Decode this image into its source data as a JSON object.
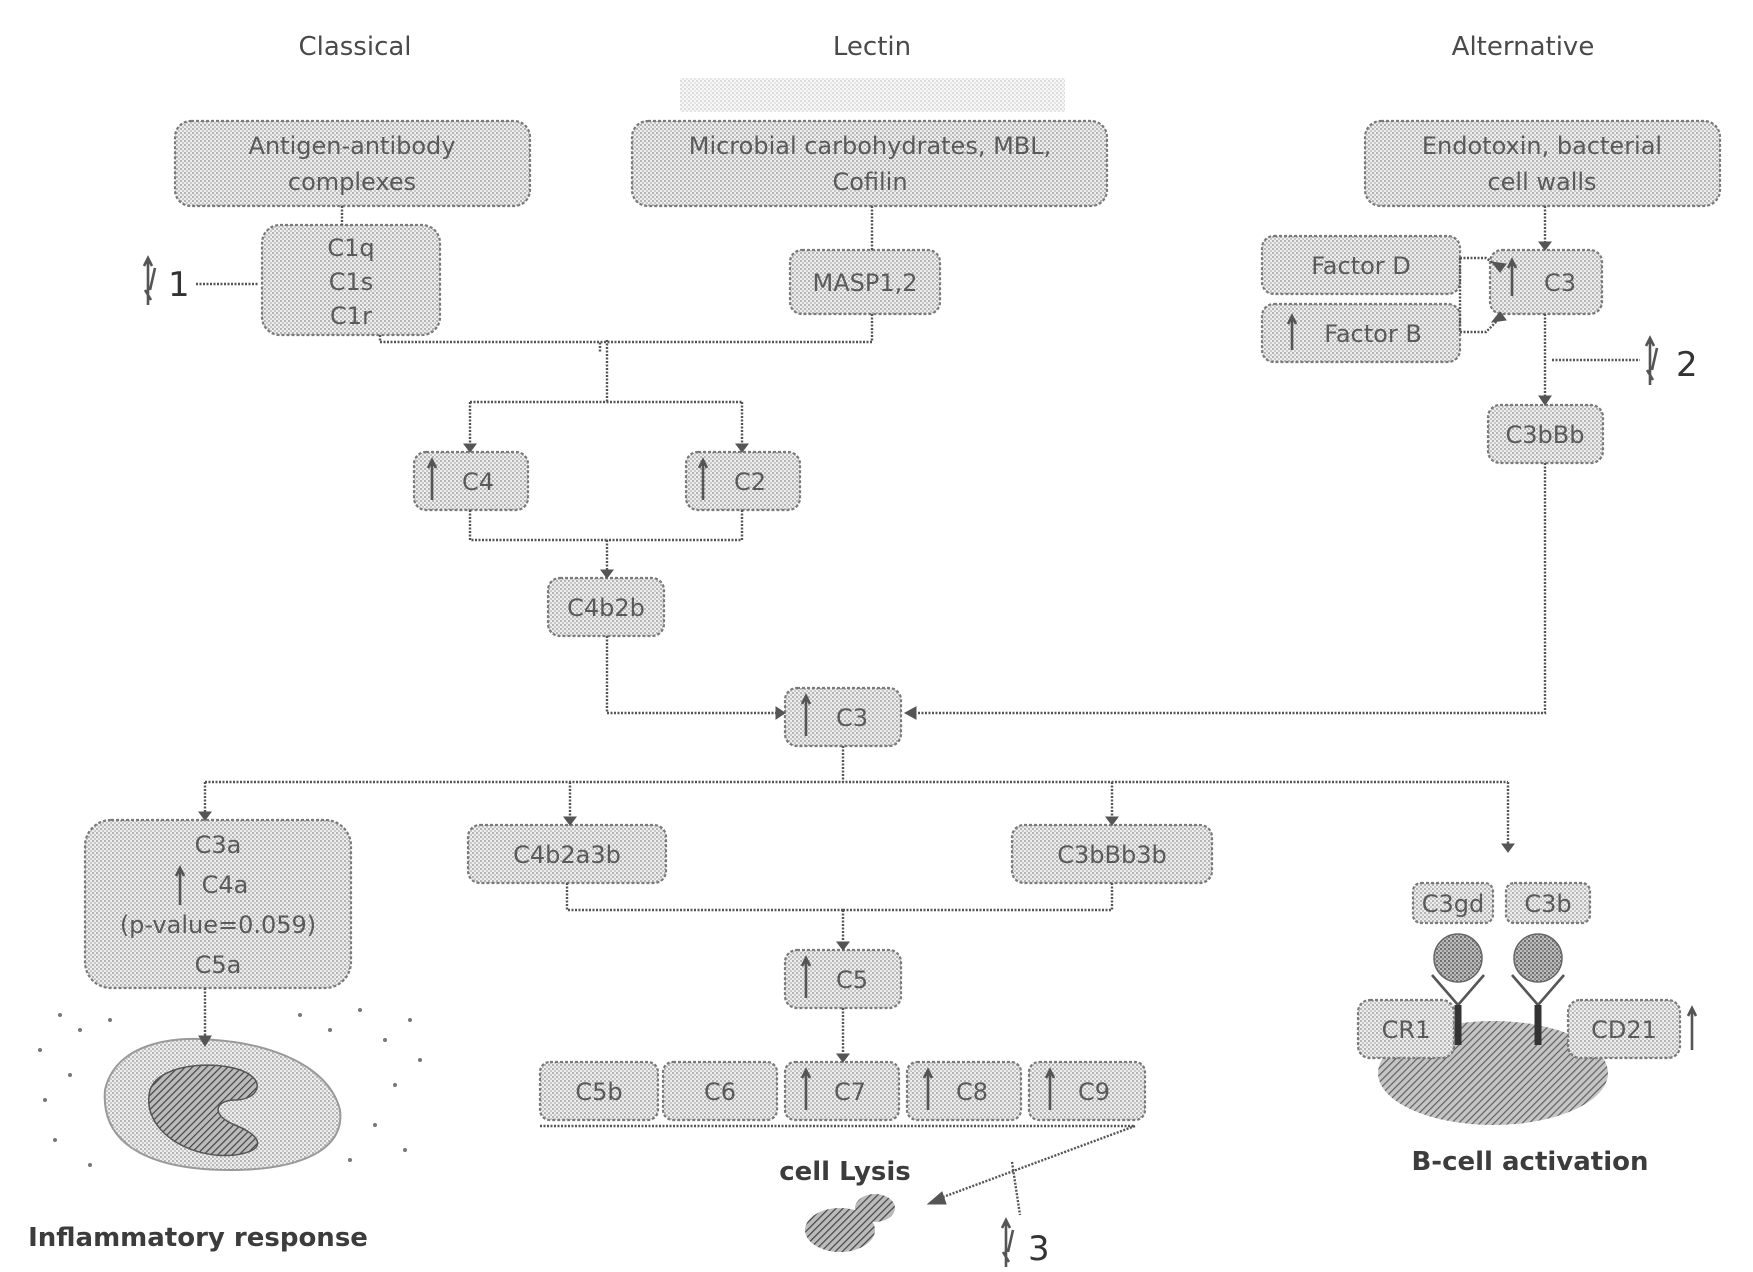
{
  "headers": {
    "classical": "Classical",
    "lectin": "Lectin",
    "alternative": "Alternative"
  },
  "top_boxes": {
    "classical": [
      "Antigen-antibody",
      "complexes"
    ],
    "lectin": [
      "Microbial carbohydrates, MBL,",
      "Cofilin"
    ],
    "alternative": [
      "Endotoxin, bacterial",
      "cell walls"
    ]
  },
  "c1": [
    "C1q",
    "C1s",
    "C1r"
  ],
  "masp": "MASP1,2",
  "factor_d": "Factor D",
  "factor_b": "Factor B",
  "c3_alt": "C3",
  "c3bbb": "C3bBb",
  "c4": "C4",
  "c2": "C2",
  "c4b2b": "C4b2b",
  "c3_center": "C3",
  "anaphylatoxins": [
    "C3a",
    "C4a",
    "(p-value=0.059)",
    "C5a"
  ],
  "c4b2a3b": "C4b2a3b",
  "c3bbb3b": "C3bBb3b",
  "c5": "C5",
  "mac": [
    "C5b",
    "C6",
    "C7",
    "C8",
    "C9"
  ],
  "opsonins": [
    "C3gd",
    "C3b"
  ],
  "receptors": [
    "CR1",
    "CD21"
  ],
  "captions": {
    "inflammatory": "Inflammatory response",
    "lysis": "cell Lysis",
    "bcell": "B-cell activation"
  },
  "markers": [
    "1",
    "2",
    "3"
  ]
}
